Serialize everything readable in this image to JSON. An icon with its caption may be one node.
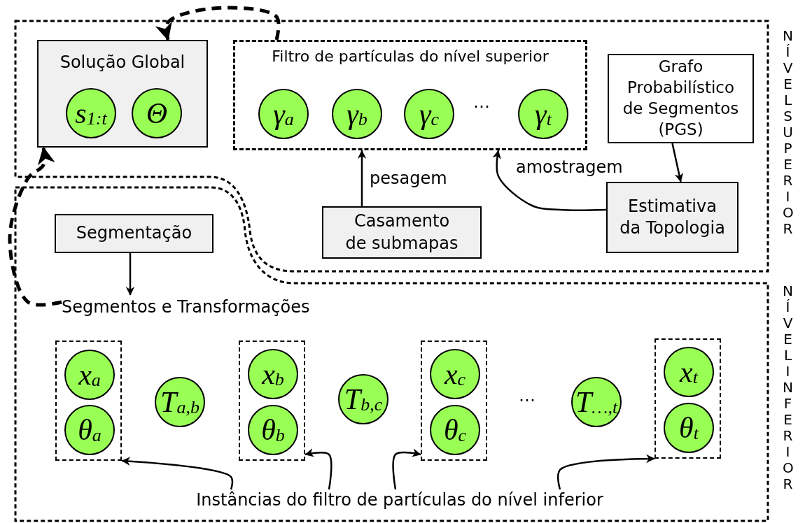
{
  "diagram": {
    "nodes": [
      {
        "text": [
          "NÍVEL SUPERIOR"
        ]
      },
      {
        "text": [
          "Solução Global"
        ],
        "in": 0
      },
      {
        "text": [
          "s$_{1:t}$"
        ],
        "in": 1
      },
      {
        "text": [
          "Θ"
        ],
        "in": 1
      },
      {
        "text": [
          "Filtro de partículas do nível superior"
        ],
        "in": 0
      },
      {
        "text": [
          "γ$_{a}$"
        ],
        "in": 4
      },
      {
        "text": [
          "γ$_{b}$"
        ],
        "in": 4
      },
      {
        "text": [
          "γ$_{c}$"
        ],
        "in": 4
      },
      {
        "text": [
          "γ$_{t}$"
        ],
        "in": 4
      },
      {
        "text": [
          "Grafo Probabilístico de Segmentos (PGS)"
        ],
        "in": 0
      },
      {
        "text": [
          "Estimativa da Topologia"
        ],
        "in": 0
      },
      {
        "text": [
          "Casamento de submapas"
        ],
        "in": 0
      },
      {
        "text": [
          "NÍVEL INFERIOR"
        ]
      },
      {
        "text": [
          "Segmentação"
        ],
        "in": 12
      },
      {
        "text": [
          "Segmentos e Transformações"
        ],
        "in": 12
      },
      {
        "text": [],
        "shape": "box",
        "in": 12
      },
      {
        "text": [
          "x$_{a}$"
        ],
        "in": 15
      },
      {
        "text": [
          "θ$_{a}$"
        ],
        "in": 15
      },
      {
        "text": [
          "T$_{a,b}$"
        ],
        "in": 12
      },
      {
        "text": [],
        "shape": "box",
        "in": 12
      },
      {
        "text": [
          "x$_{b}$"
        ],
        "in": 19
      },
      {
        "text": [
          "θ$_{b}$"
        ],
        "in": 19
      },
      {
        "text": [
          "T$_{b,c}$"
        ],
        "in": 12
      },
      {
        "text": [],
        "shape": "box",
        "in": 12
      },
      {
        "text": [
          "x$_{c}$"
        ],
        "in": 23
      },
      {
        "text": [
          "θ$_{c}$"
        ],
        "in": 23
      },
      {
        "text": [
          "T$_{…,t}$"
        ],
        "in": 12
      },
      {
        "text": [],
        "shape": "box",
        "in": 12
      },
      {
        "text": [
          "x$_{t}$"
        ],
        "in": 27
      },
      {
        "text": [
          "θ$_{t}$"
        ],
        "in": 27
      },
      {
        "text": [
          "Instâncias do filtro de partículas do nível inferior"
        ],
        "in": 12
      }
    ],
    "edges": [
      {
        "from": 4,
        "to": 1,
        "arrow": "to",
        "style": "dashed"
      },
      {
        "from": 14,
        "to": 1,
        "arrow": "to",
        "style": "dashed"
      },
      {
        "from": 9,
        "to": 10,
        "arrow": "to"
      },
      {
        "from": 10,
        "to": 4,
        "arrow": "to",
        "label": "amostragem"
      },
      {
        "from": 11,
        "to": 4,
        "arrow": "to",
        "label": "pesagem"
      },
      {
        "from": 13,
        "to": 14,
        "arrow": "to"
      },
      {
        "from": 30,
        "to": 15,
        "arrow": "to"
      },
      {
        "from": 30,
        "to": 19,
        "arrow": "to"
      },
      {
        "from": 30,
        "to": 23,
        "arrow": "to"
      },
      {
        "from": 30,
        "to": 27,
        "arrow": "to"
      }
    ],
    "labels": [
      "⋯",
      "⋯"
    ]
  }
}
